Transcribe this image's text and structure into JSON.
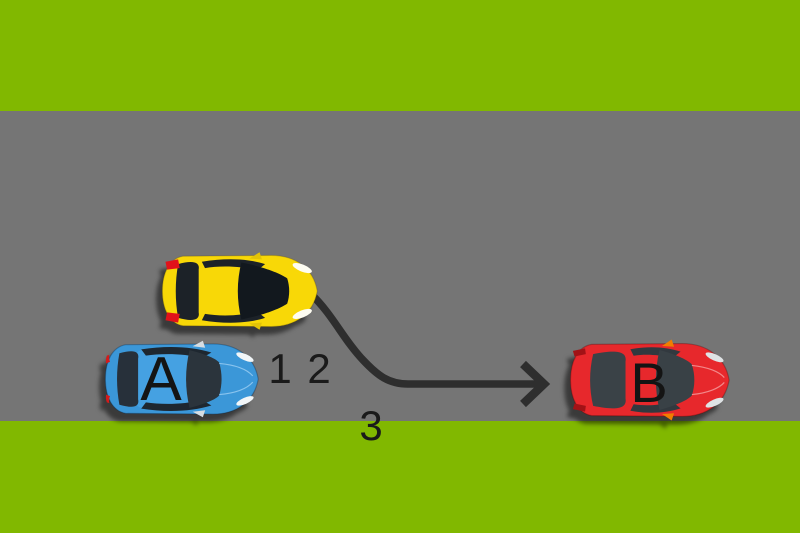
{
  "scene": {
    "grass_color": "#81b800",
    "road_color": "#757575"
  },
  "cars": {
    "yellow": {
      "icon": "yellow-car-top-icon",
      "body_color": "#f8d807"
    },
    "a": {
      "label": "A",
      "icon": "blue-car-top-icon",
      "body_color": "#3b97d8",
      "label_color": "#141414"
    },
    "b": {
      "label": "B",
      "icon": "red-car-top-icon",
      "body_color": "#e7282c",
      "label_color": "#141414"
    }
  },
  "maneuver": {
    "arrow_color": "#2e2e2e",
    "steps": [
      {
        "label": "1"
      },
      {
        "label": "2"
      },
      {
        "label": "3"
      }
    ]
  }
}
